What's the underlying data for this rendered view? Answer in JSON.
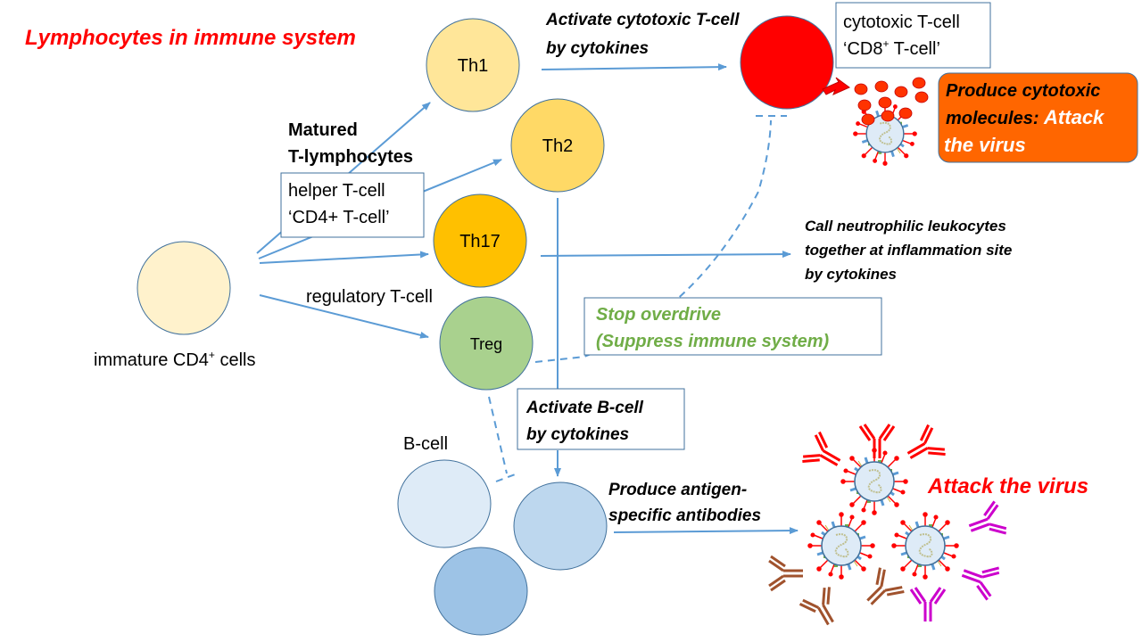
{
  "title": "Lymphocytes in immune system",
  "colors": {
    "arrow": "#5b9bd5",
    "cell_stroke": "#41719c",
    "immature": "#fff2cc",
    "th1": "#ffe699",
    "th2": "#ffd966",
    "th17": "#ffc000",
    "treg": "#a9d18e",
    "cytotoxic": "#ff0000",
    "bcell_light": "#deebf7",
    "bcell_mid": "#bdd7ee",
    "bcell_dark": "#9dc3e6",
    "orange_box": "#ff6600",
    "title_red": "#ff0000",
    "green_text": "#70ad47",
    "antibody_red": "#ff0000",
    "antibody_brown": "#a0522d",
    "antibody_magenta": "#cc00cc"
  },
  "cells": {
    "immature": {
      "label": "immature CD4",
      "sup": "+",
      "suffix": " cells"
    },
    "th1": {
      "label": "Th1"
    },
    "th2": {
      "label": "Th2"
    },
    "th17": {
      "label": "Th17"
    },
    "treg": {
      "label": "Treg"
    },
    "bcell": {
      "label": "B-cell"
    }
  },
  "labels": {
    "matured_line1": "Matured",
    "matured_line2": "T-lymphocytes",
    "helper_line1": "helper T-cell",
    "helper_line2": "‘CD4+ T-cell’",
    "regulatory": "regulatory T-cell",
    "activate_cytotoxic_line1": "Activate cytotoxic T-cell",
    "activate_cytotoxic_line2": "by cytokines",
    "cytotoxic_line1": "cytotoxic T-cell",
    "cytotoxic_line2_a": "‘CD8",
    "cytotoxic_line2_sup": "+",
    "cytotoxic_line2_b": " T-cell’",
    "produce_cytotoxic_line1": "Produce cytotoxic",
    "produce_cytotoxic_line2_a": "molecules: ",
    "produce_cytotoxic_line2_b": "Attack",
    "produce_cytotoxic_line3": "the virus",
    "neutrophil_line1": "Call neutrophilic leukocytes",
    "neutrophil_line2": "together at inflammation site",
    "neutrophil_line3": "by cytokines",
    "stop_line1": "Stop overdrive",
    "stop_line2": "(Suppress immune system)",
    "activate_b_line1": "Activate B-cell",
    "activate_b_line2": "by cytokines",
    "antibodies_line1": "Produce antigen-",
    "antibodies_line2": "specific antibodies",
    "attack_virus": "Attack the virus"
  }
}
